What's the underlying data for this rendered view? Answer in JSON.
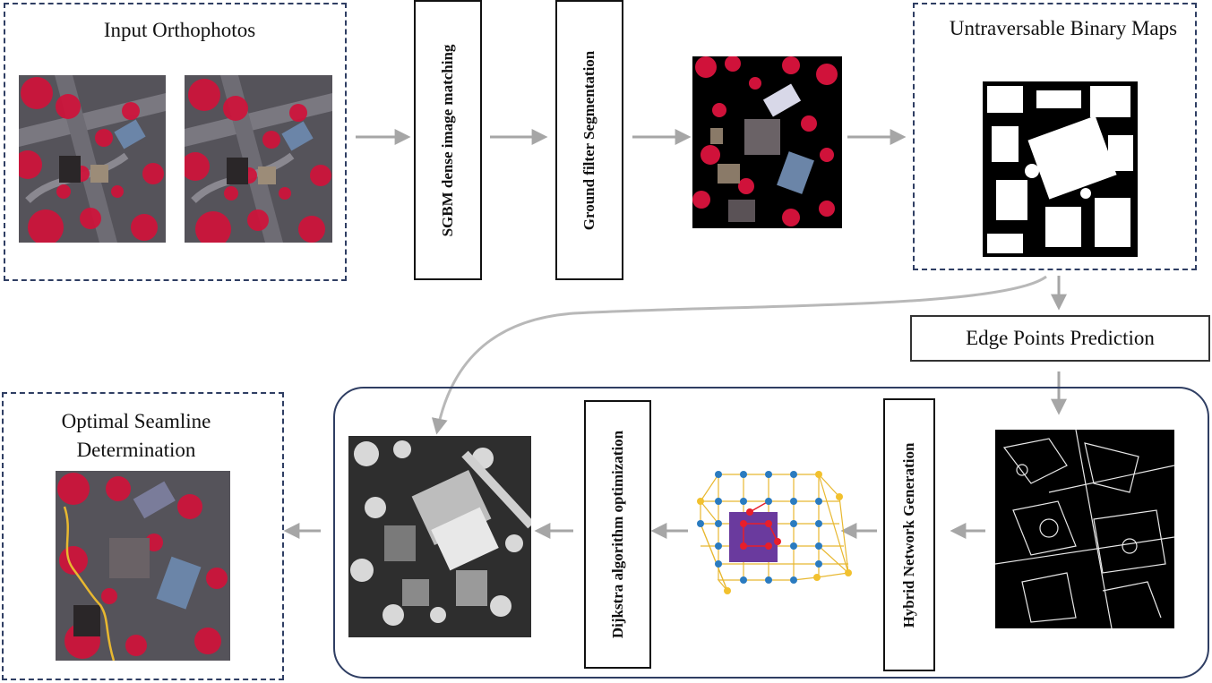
{
  "input": {
    "title": "Input Orthophotos"
  },
  "sgbm": {
    "label": "SGBM dense image matching"
  },
  "ground": {
    "label": "Ground filter Segmentation"
  },
  "binary": {
    "title": "Untraversable Binary Maps"
  },
  "edge": {
    "label": "Edge Points Prediction"
  },
  "hybrid": {
    "label": "Hybrid Network Generation"
  },
  "dijkstra": {
    "label": "Dijkstra algorithm optimization"
  },
  "optimal": {
    "title": "Optimal Seamline Determination"
  },
  "colors": {
    "border": "#2f3e63",
    "arrow": "#a6a6a6",
    "vegetation": "#d4143a",
    "network_line": "#e8b830",
    "network_node_blue": "#2a7bc0",
    "network_node_yellow": "#f2c12e",
    "network_square": "#6a3a9e",
    "network_red": "#e81e2a"
  }
}
